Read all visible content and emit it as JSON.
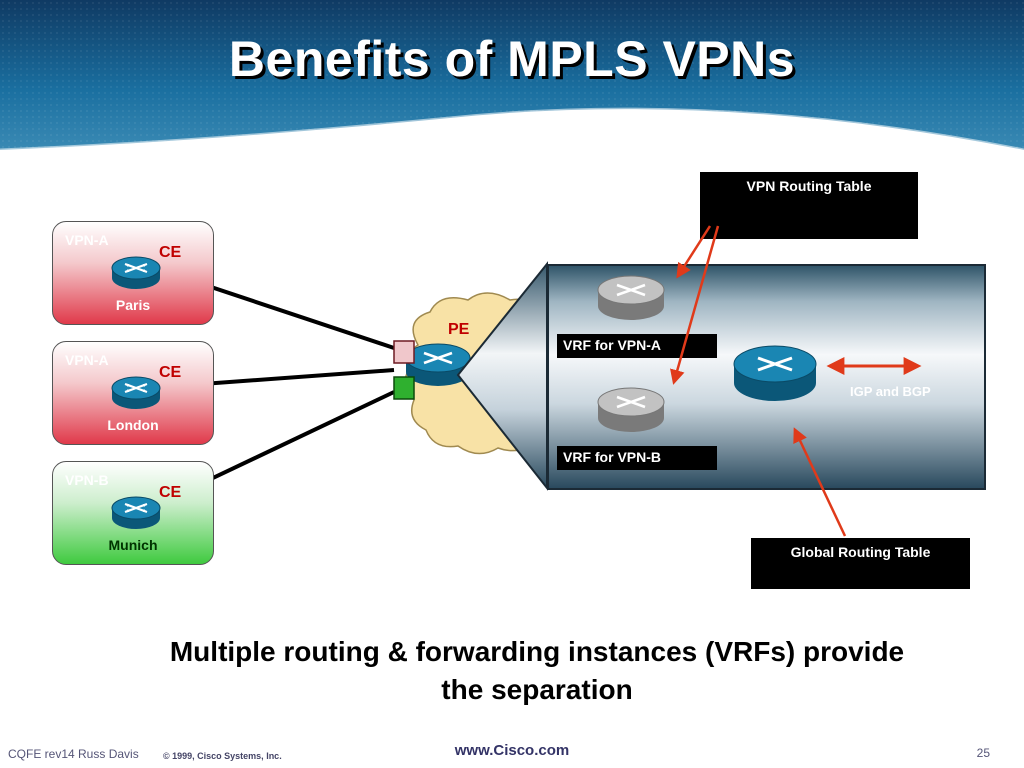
{
  "slide": {
    "title": "Benefits of MPLS VPNs",
    "caption_line1": "Multiple routing & forwarding instances (VRFs) provide",
    "caption_line2": "the separation"
  },
  "sites": [
    {
      "vpn": "VPN-A",
      "ce": "CE",
      "city": "Paris"
    },
    {
      "vpn": "VPN-A",
      "ce": "CE",
      "city": "London"
    },
    {
      "vpn": "VPN-B",
      "ce": "CE",
      "city": "Munich"
    }
  ],
  "pe": {
    "label": "PE"
  },
  "vrfs": {
    "a": "VRF for VPN-A",
    "b": "VRF for VPN-B"
  },
  "igp_label": "IGP and BGP",
  "tables": {
    "vpn": "VPN Routing Table",
    "global": "Global Routing Table"
  },
  "footer": {
    "left": "CQFE rev14 Russ Davis",
    "copyright": "© 1999, Cisco Systems, Inc.",
    "url": "www.Cisco.com",
    "page": "25"
  },
  "colors": {
    "ce_label": "#c00000",
    "vpn_a": "#e0394a",
    "vpn_b": "#3fca3f",
    "arrow": "#e03a1a",
    "cloud": "#f8e2a6"
  }
}
